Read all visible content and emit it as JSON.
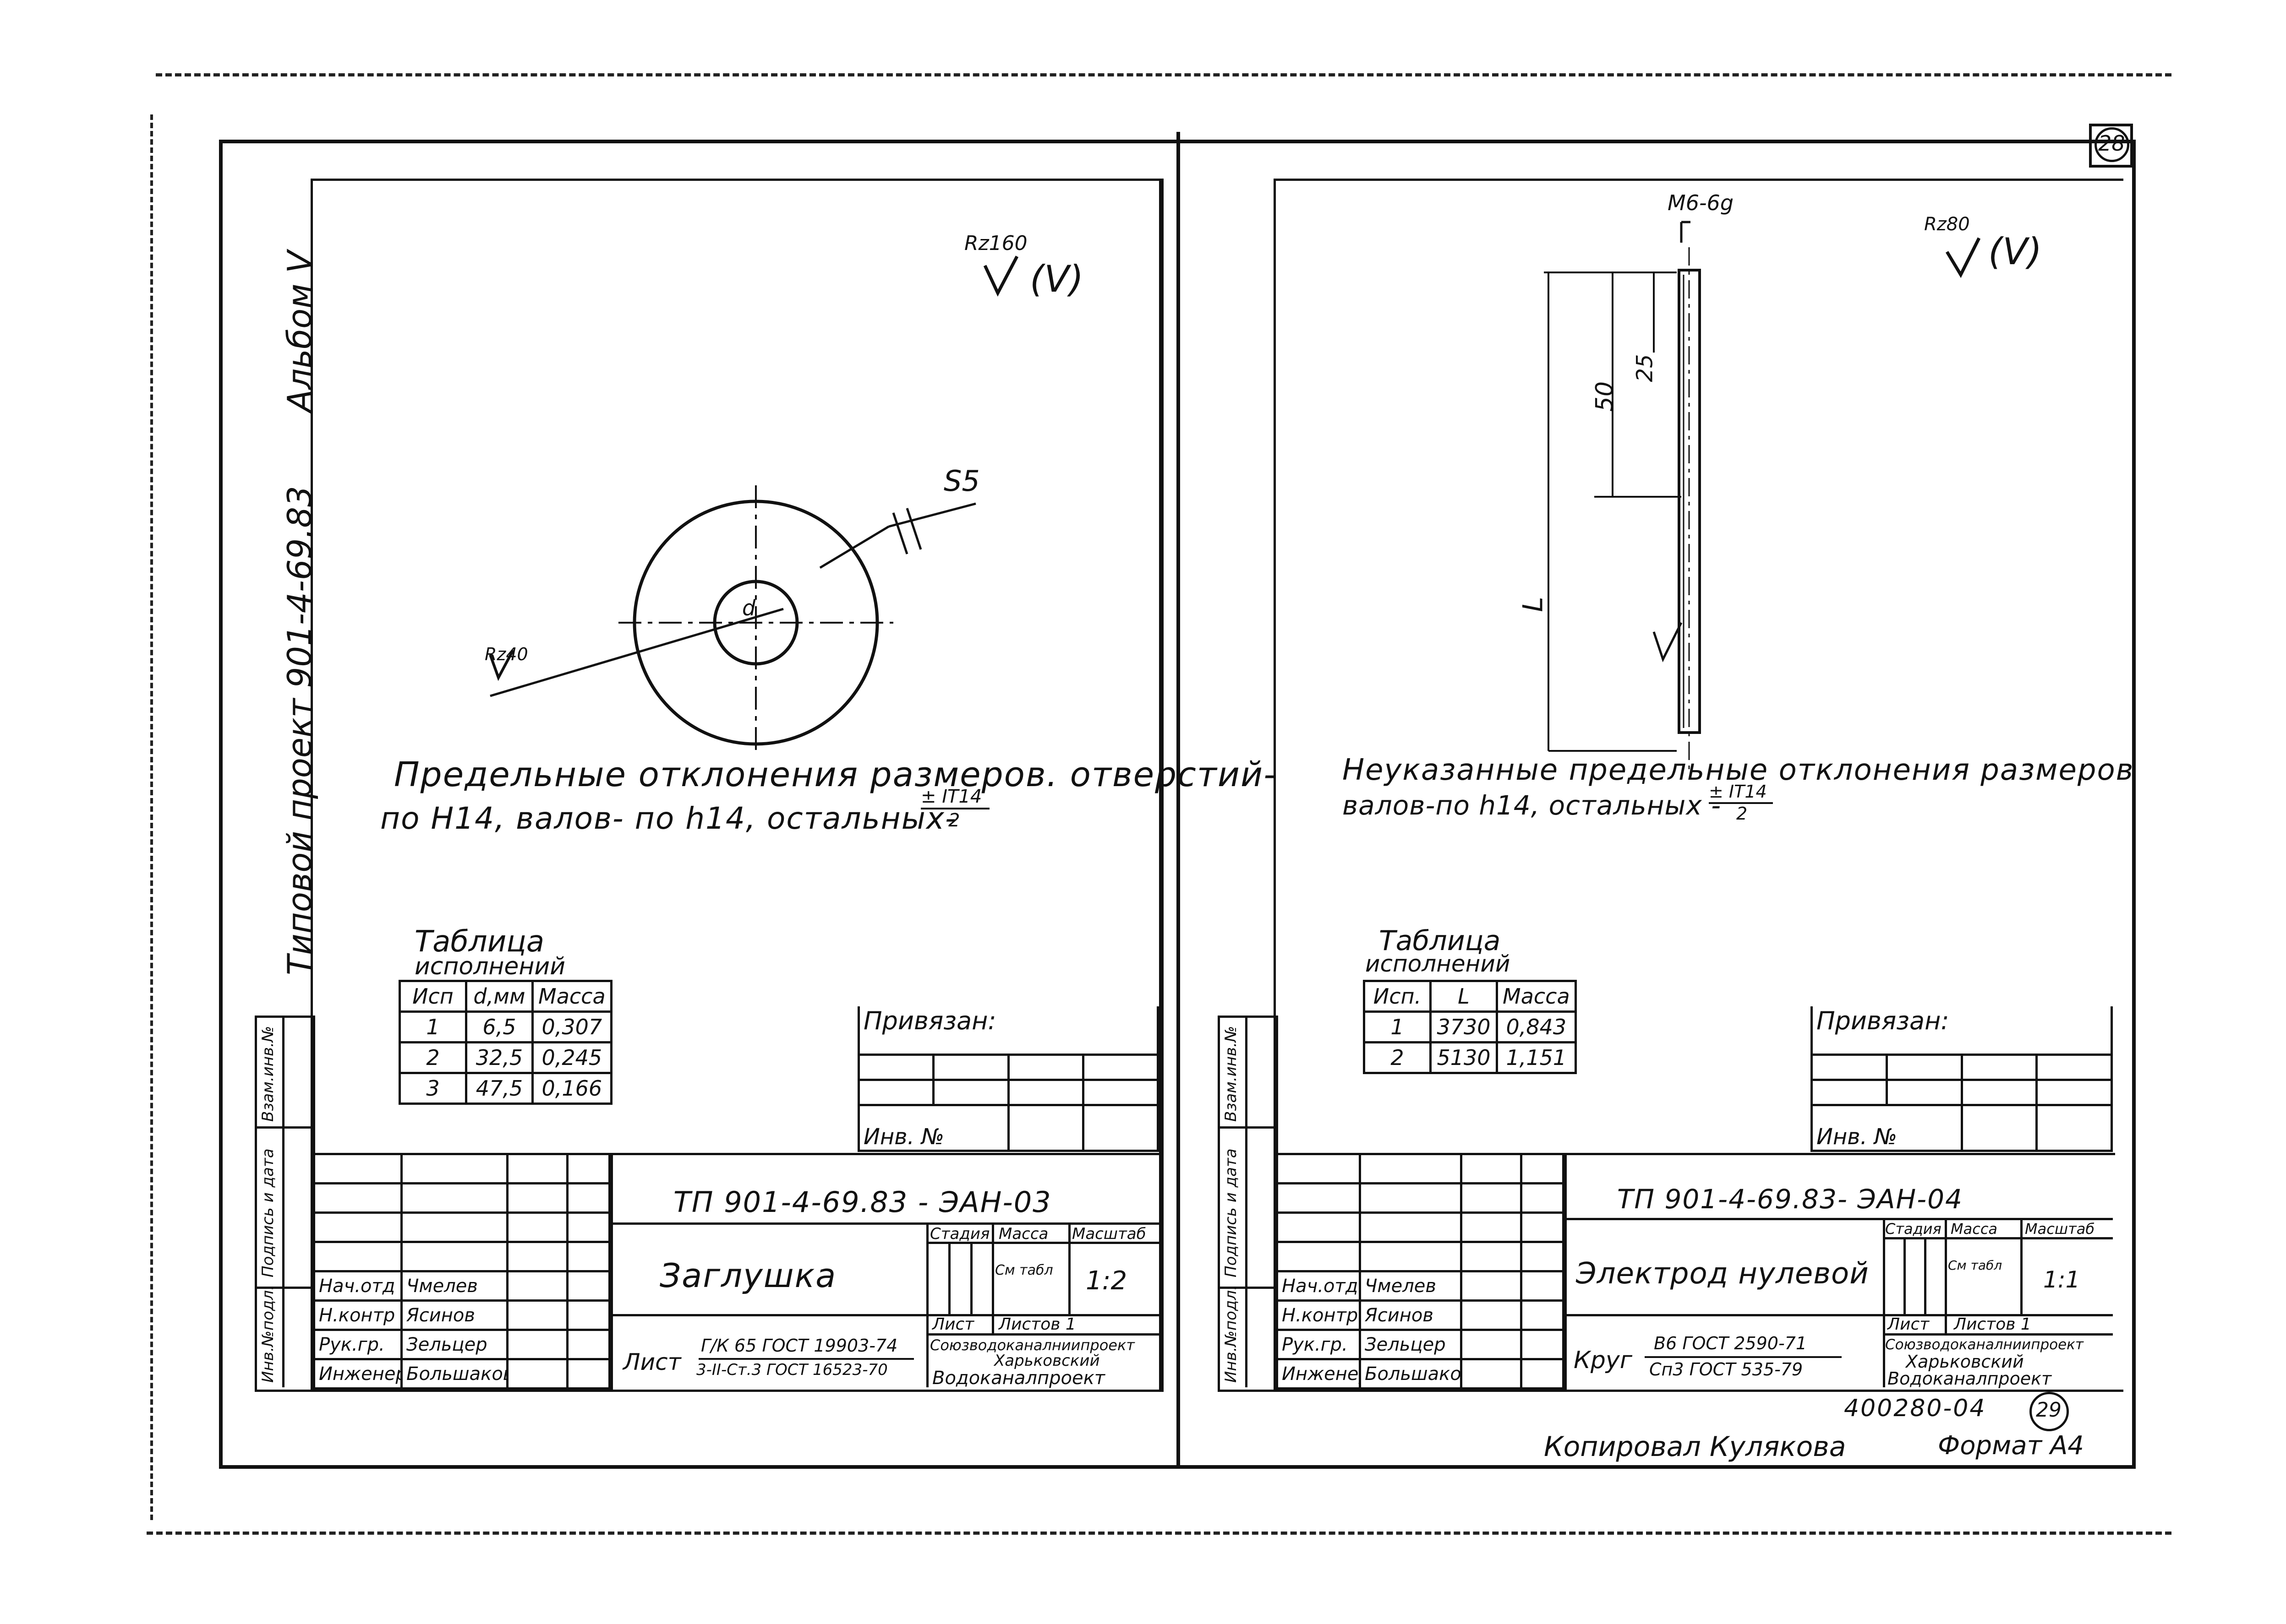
{
  "page_number_top": "28",
  "page_number_bottom": "29",
  "album_label": "Альбом V",
  "project_label": "Типовой проект 901-4-69.83",
  "side_stamps": [
    "Инв.№подл.",
    "Подпись и дата",
    "Взам.инв.№"
  ],
  "left": {
    "roughness_main": "Rz160",
    "roughness_main_paren": "(V)",
    "roughness_local": "Rz40",
    "dim_s": "S5",
    "dim_d": "d",
    "note_line1": "Предельные отклонения размеров. отверстий-",
    "note_line2": "по Н14, валов- по h14, остальных-",
    "tol_num": "± IT14",
    "tol_den": "2",
    "table_title_1": "Таблица",
    "table_title_2": "исполнений",
    "table_headers": [
      "Исп",
      "d,мм",
      "Масса"
    ],
    "table_rows": [
      [
        "1",
        "6,5",
        "0,307"
      ],
      [
        "2",
        "32,5",
        "0,245"
      ],
      [
        "3",
        "47,5",
        "0,166"
      ]
    ],
    "bound_label": "Привязан:",
    "inv_label": "Инв. №",
    "doc_code": "ТП 901-4-69.83 - ЭАН-03",
    "part_name": "Заглушка",
    "header_stage": "Стадия",
    "header_mass": "Масса",
    "header_scale": "Масштаб",
    "mass_value": "См табл",
    "scale_value": "1:2",
    "sheet_label": "Лист",
    "sheets_label": "Листов 1",
    "material_prefix": "Лист",
    "material_num": "Г/К 65 ГОСТ 19903-74",
    "material_den": "3-II-Ст.3 ГОСТ 16523-70",
    "org_1": "Союзводоканалниипроект",
    "org_2": "Харьковский",
    "org_3": "Водоканалпроект",
    "roles": [
      [
        "Нач.отд",
        "Чмелев"
      ],
      [
        "Н.контр",
        "Ясинов"
      ],
      [
        "Рук.гр.",
        "Зельцер"
      ],
      [
        "Инженер",
        "Большакова"
      ]
    ]
  },
  "right": {
    "thread": "М6-6g",
    "roughness_main": "Rz80",
    "roughness_main_paren": "(V)",
    "dim_50": "50",
    "dim_25": "25",
    "dim_l": "L",
    "note_line1": "Неуказанные предельные отклонения размеров",
    "note_line2": "валов-по h14, остальных -",
    "tol_num": "± IT14",
    "tol_den": "2",
    "table_title_1": "Таблица",
    "table_title_2": "исполнений",
    "table_headers": [
      "Исп.",
      "L",
      "Масса"
    ],
    "table_rows": [
      [
        "1",
        "3730",
        "0,843"
      ],
      [
        "2",
        "5130",
        "1,151"
      ]
    ],
    "bound_label": "Привязан:",
    "inv_label": "Инв. №",
    "doc_code": "ТП 901-4-69.83- ЭАН-04",
    "part_name": "Электрод нулевой",
    "header_stage": "Стадия",
    "header_mass": "Масса",
    "header_scale": "Масштаб",
    "mass_value": "См табл",
    "scale_value": "1:1",
    "sheet_label": "Лист",
    "sheets_label": "Листов 1",
    "material_prefix": "Круг",
    "material_num": "В6 ГОСТ 2590-71",
    "material_den": "Сп3 ГОСТ 535-79",
    "org_1": "Союзводоканалниипроект",
    "org_2": "Харьковский",
    "org_3": "Водоканалпроект",
    "roles": [
      [
        "Нач.отд",
        "Чмелев"
      ],
      [
        "Н.контр",
        "Ясинов"
      ],
      [
        "Рук.гр.",
        "Зельцер"
      ],
      [
        "Инженер",
        "Большакова"
      ]
    ]
  },
  "archive_code": "400280-04",
  "copied_by": "Копировал Кулякова",
  "format": "Формат А4"
}
